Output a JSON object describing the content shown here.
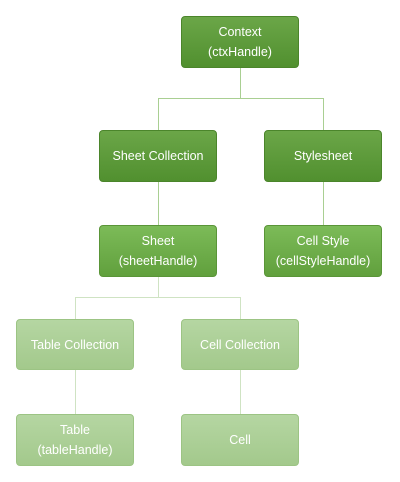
{
  "colors": {
    "dark_green": "#51902f",
    "medium_green": "#6aa84f",
    "light_green": "#a9cf92",
    "connector_dark": "#8fbf78",
    "connector_light": "#cfe3c3"
  },
  "nodes": {
    "context": {
      "title": "Context",
      "handle": "(ctxHandle)"
    },
    "sheet_collection": {
      "title": "Sheet Collection"
    },
    "stylesheet": {
      "title": "Stylesheet"
    },
    "sheet": {
      "title": "Sheet",
      "handle": "(sheetHandle)"
    },
    "cell_style": {
      "title": "Cell Style",
      "handle": "(cellStyleHandle)"
    },
    "table_collection": {
      "title": "Table Collection"
    },
    "cell_collection": {
      "title": "Cell Collection"
    },
    "table": {
      "title": "Table",
      "handle": "(tableHandle)"
    },
    "cell": {
      "title": "Cell"
    }
  }
}
